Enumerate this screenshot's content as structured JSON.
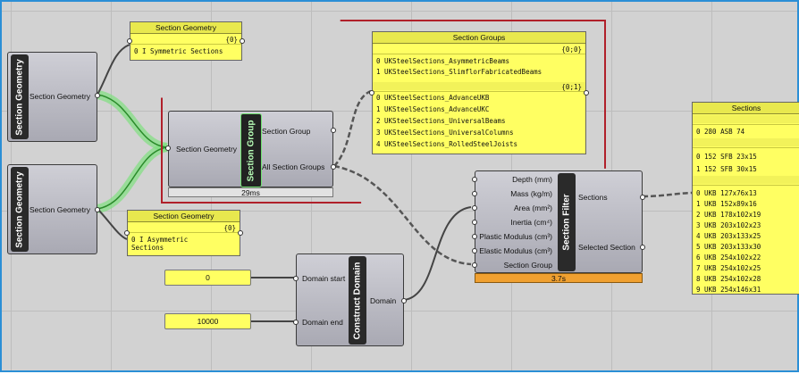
{
  "components": {
    "sg_src1": {
      "name": "Section Geometry",
      "output": "Section Geometry"
    },
    "sg_src2": {
      "name": "Section Geometry",
      "output": "Section Geometry"
    },
    "section_group": {
      "name": "Section Group",
      "input": "Section Geometry",
      "outputs": [
        "Section Group",
        "All Section Groups"
      ],
      "timer": "29ms"
    },
    "section_filter": {
      "name": "Section Filter",
      "inputs": [
        "Depth (mm)",
        "Mass (kg/m)",
        "Area (mm²)",
        "Inertia (cm⁴)",
        "Plastic Modulus (cm³)",
        "Elastic Modulus (cm³)",
        "Section Group"
      ],
      "outputs": [
        "Sections",
        "Selected Section"
      ],
      "timer": "3.7s"
    },
    "construct_domain": {
      "name": "Construct Domain",
      "inputs": [
        "Domain start",
        "Domain end"
      ],
      "output": "Domain"
    }
  },
  "sliders": {
    "start": "0",
    "end": "10000"
  },
  "panels": {
    "sg_top": {
      "title": "Section Geometry",
      "path": "{0}",
      "rows": [
        "0 I Symmetric Sections"
      ]
    },
    "sg_bottom": {
      "title": "Section Geometry",
      "path": "{0}",
      "rows": [
        "0 I Asymmetric",
        "  Sections"
      ]
    },
    "groups": {
      "title": "Section Groups",
      "branch1": {
        "path": "{0;0}",
        "rows": [
          "0 UKSteelSections_AsymmetricBeams",
          "1 UKSteelSections_SlimflorFabricatedBeams"
        ]
      },
      "branch2": {
        "path": "{0;1}",
        "rows": [
          "0 UKSteelSections_AdvanceUKB",
          "1 UKSteelSections_AdvanceUKC",
          "2 UKSteelSections_UniversalBeams",
          "3 UKSteelSections_UniversalColumns",
          "4 UKSteelSections_RolledSteelJoists"
        ]
      }
    },
    "sections": {
      "title": "Sections",
      "rows": [
        "0 280 ASB 74",
        "0 152 SFB 23x15",
        "1 152 SFB 30x15",
        "0 UKB 127x76x13",
        "1 UKB 152x89x16",
        "2 UKB 178x102x19",
        "3 UKB 203x102x23",
        "4 UKB 203x133x25",
        "5 UKB 203x133x30",
        "6 UKB 254x102x22",
        "7 UKB 254x102x25",
        "8 UKB 254x102x28",
        "9 UKB 254x146x31"
      ]
    }
  },
  "colors": {
    "canvas": "#d2d2d2",
    "border": "#2b8fd6",
    "panel": "#ffff62",
    "highlight_wire": "#6fd36f",
    "red_box": "#b0202a",
    "timer_orange": "#f0a030"
  }
}
